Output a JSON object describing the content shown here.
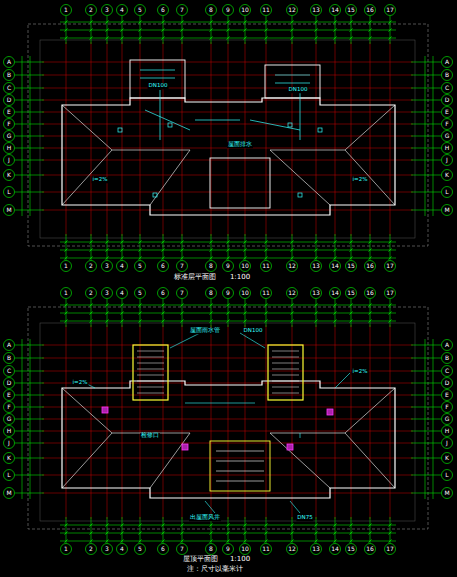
{
  "diagram": {
    "labels": [
      "1",
      "2",
      "3",
      "4",
      "5",
      "6",
      "7",
      "8",
      "9",
      "10",
      "11",
      "12",
      "13",
      "14",
      "15",
      "16",
      "17",
      "1",
      "2",
      "3",
      "4",
      "5",
      "6",
      "7",
      "8",
      "9",
      "10",
      "11",
      "12",
      "13",
      "14",
      "15",
      "16",
      "17",
      "A",
      "B",
      "C",
      "D",
      "E",
      "F",
      "G",
      "H",
      "J",
      "K",
      "L",
      "M",
      "A",
      "B",
      "C",
      "D",
      "E",
      "F",
      "G",
      "H",
      "J",
      "K",
      "L",
      "M",
      "DN100",
      "DN100",
      "i=2%",
      "i=2%",
      "屋面排水",
      "标准层平面图",
      "1:100",
      "1",
      "2",
      "3",
      "4",
      "5",
      "6",
      "7",
      "8",
      "9",
      "10",
      "11",
      "12",
      "13",
      "14",
      "15",
      "16",
      "17",
      "1",
      "2",
      "3",
      "4",
      "5",
      "6",
      "7",
      "8",
      "9",
      "10",
      "11",
      "12",
      "13",
      "14",
      "15",
      "16",
      "17",
      "A",
      "B",
      "C",
      "D",
      "E",
      "F",
      "G",
      "H",
      "J",
      "K",
      "L",
      "M",
      "A",
      "B",
      "C",
      "D",
      "E",
      "F",
      "G",
      "H",
      "J",
      "K",
      "L",
      "M",
      "屋面雨水管",
      "DN100",
      "i=2%",
      "i=2%",
      "检修口",
      "出屋面风井",
      "DN75",
      "屋顶平面图",
      "1:100",
      "注：尺寸以毫米计"
    ]
  }
}
